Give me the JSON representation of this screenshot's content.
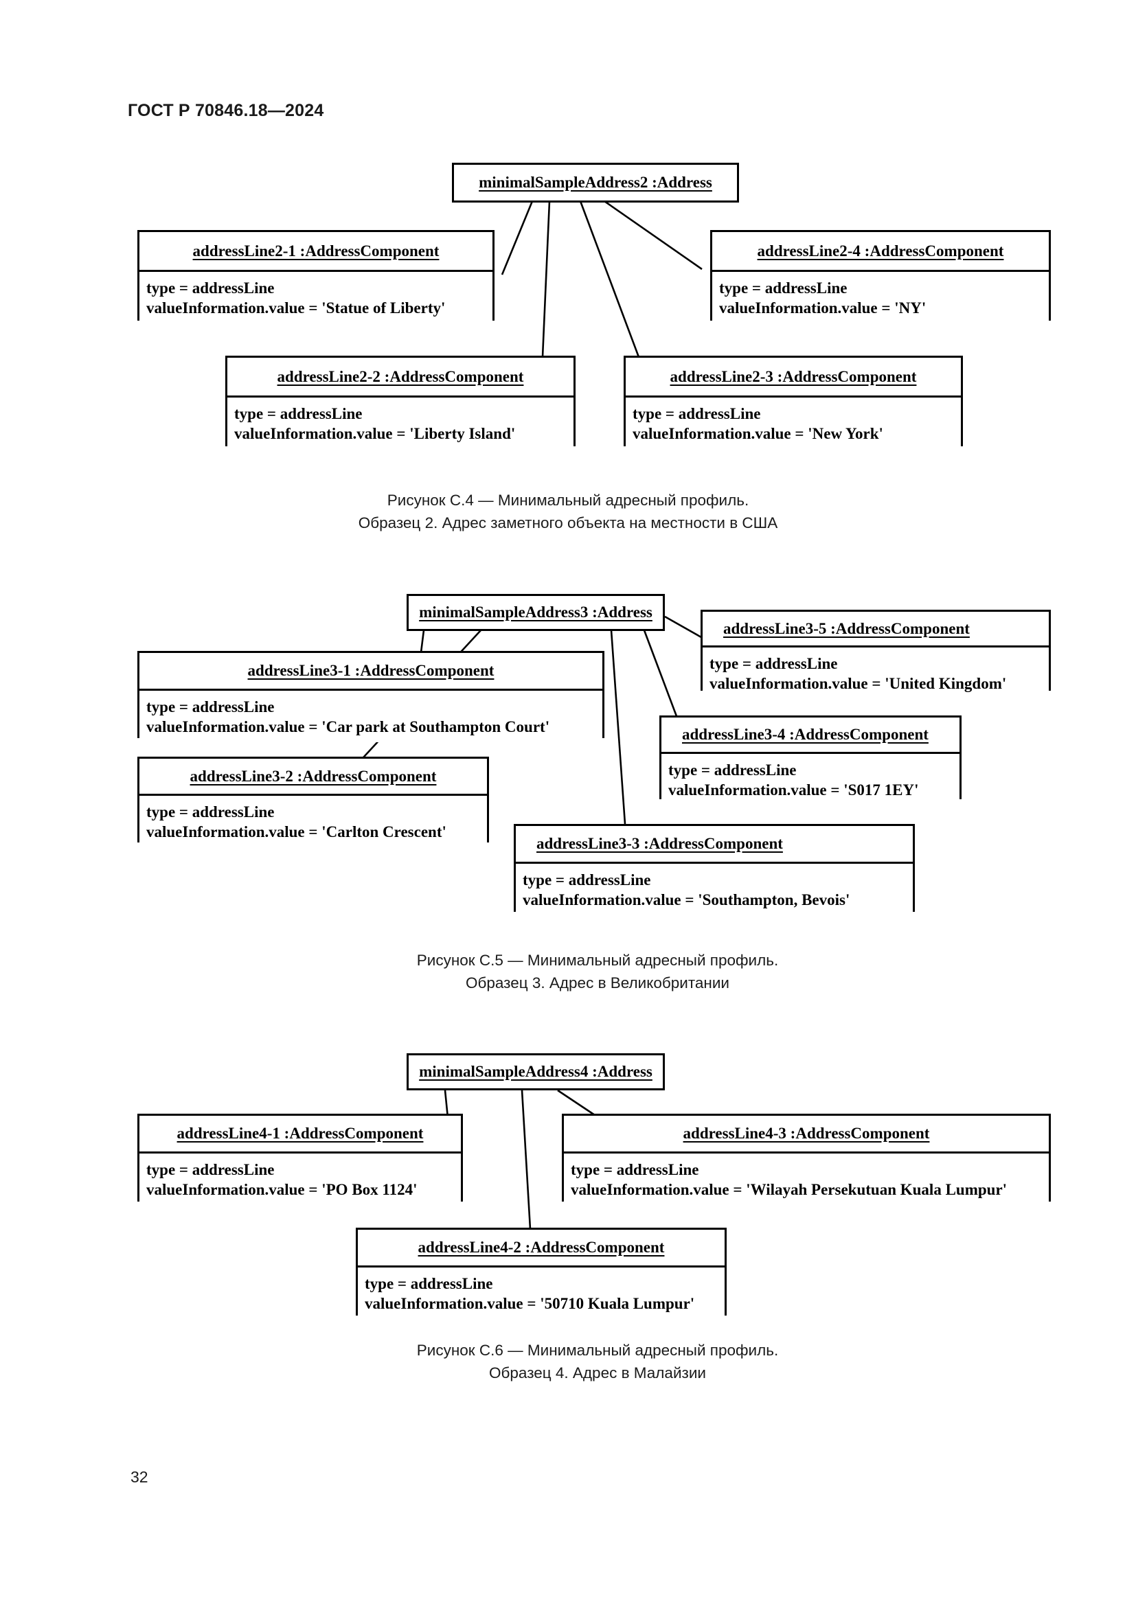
{
  "header": {
    "standard_title": "ГОСТ Р 70846.18—2024"
  },
  "footer": {
    "page_number": "32"
  },
  "figures": [
    {
      "id": "figure-c4",
      "caption": "Рисунок С.4 — Минимальный адресный профиль.\nОбразец 2. Адрес заметного объекта на местности в США",
      "root": {
        "name": "root-minimalSampleAddress2",
        "title": "minimalSampleAddress2 :Address"
      },
      "nodes": [
        {
          "name": "addressLine2-1",
          "title": "addressLine2-1 :AddressComponent",
          "attrs": [
            "type = addressLine",
            "valueInformation.value = 'Statue of  Liberty'"
          ]
        },
        {
          "name": "addressLine2-4",
          "title": "addressLine2-4 :AddressComponent",
          "attrs": [
            "type = addressLine",
            "valueInformation.value = 'NY'"
          ]
        },
        {
          "name": "addressLine2-2",
          "title": "addressLine2-2 :AddressComponent",
          "attrs": [
            "type = addressLine",
            "valueInformation.value = 'Liberty Island'"
          ]
        },
        {
          "name": "addressLine2-3",
          "title": "addressLine2-3 :AddressComponent",
          "attrs": [
            "type = addressLine",
            "valueInformation.value = 'New York'"
          ]
        }
      ]
    },
    {
      "id": "figure-c5",
      "caption": "Рисунок С.5 — Минимальный адресный профиль.\nОбразец 3. Адрес в Великобритании",
      "root": {
        "name": "root-minimalSampleAddress3",
        "title": "minimalSampleAddress3 :Address"
      },
      "nodes": [
        {
          "name": "addressLine3-5",
          "title": "addressLine3-5 :AddressComponent",
          "attrs": [
            "type = addressLine",
            "valueInformation.value = 'United Kingdom'"
          ]
        },
        {
          "name": "addressLine3-1",
          "title": "addressLine3-1 :AddressComponent",
          "attrs": [
            "type = addressLine",
            "valueInformation.value = 'Car park at Southampton Court'"
          ]
        },
        {
          "name": "addressLine3-4",
          "title": "addressLine3-4 :AddressComponent",
          "attrs": [
            "type = addressLine",
            "valueInformation.value = 'S017 1EY'"
          ]
        },
        {
          "name": "addressLine3-2",
          "title": "addressLine3-2 :AddressComponent",
          "attrs": [
            "type = addressLine",
            "valueInformation.value = 'Carlton Crescent'"
          ]
        },
        {
          "name": "addressLine3-3",
          "title": "addressLine3-3 :AddressComponent",
          "attrs": [
            "type = addressLine",
            "valueInformation.value = 'Southampton, Bevois'"
          ]
        }
      ]
    },
    {
      "id": "figure-c6",
      "caption": "Рисунок С.6 — Минимальный адресный профиль.\nОбразец 4. Адрес в Малайзии",
      "root": {
        "name": "root-minimalSampleAddress4",
        "title": "minimalSampleAddress4 :Address"
      },
      "nodes": [
        {
          "name": "addressLine4-1",
          "title": "addressLine4-1 :AddressComponent",
          "attrs": [
            "type = addressLine",
            "valueInformation.value = 'PO Box 1124'"
          ]
        },
        {
          "name": "addressLine4-3",
          "title": "addressLine4-3 :AddressComponent",
          "attrs": [
            "type = addressLine",
            "valueInformation.value = 'Wilayah Persekutuan Kuala Lumpur'"
          ]
        },
        {
          "name": "addressLine4-2",
          "title": "addressLine4-2 :AddressComponent",
          "attrs": [
            "type = addressLine",
            "valueInformation.value = '50710 Kuala Lumpur'"
          ]
        }
      ]
    }
  ],
  "colors": {
    "ink": "#000000",
    "text": "#1a1a1a",
    "paper": "#ffffff"
  }
}
